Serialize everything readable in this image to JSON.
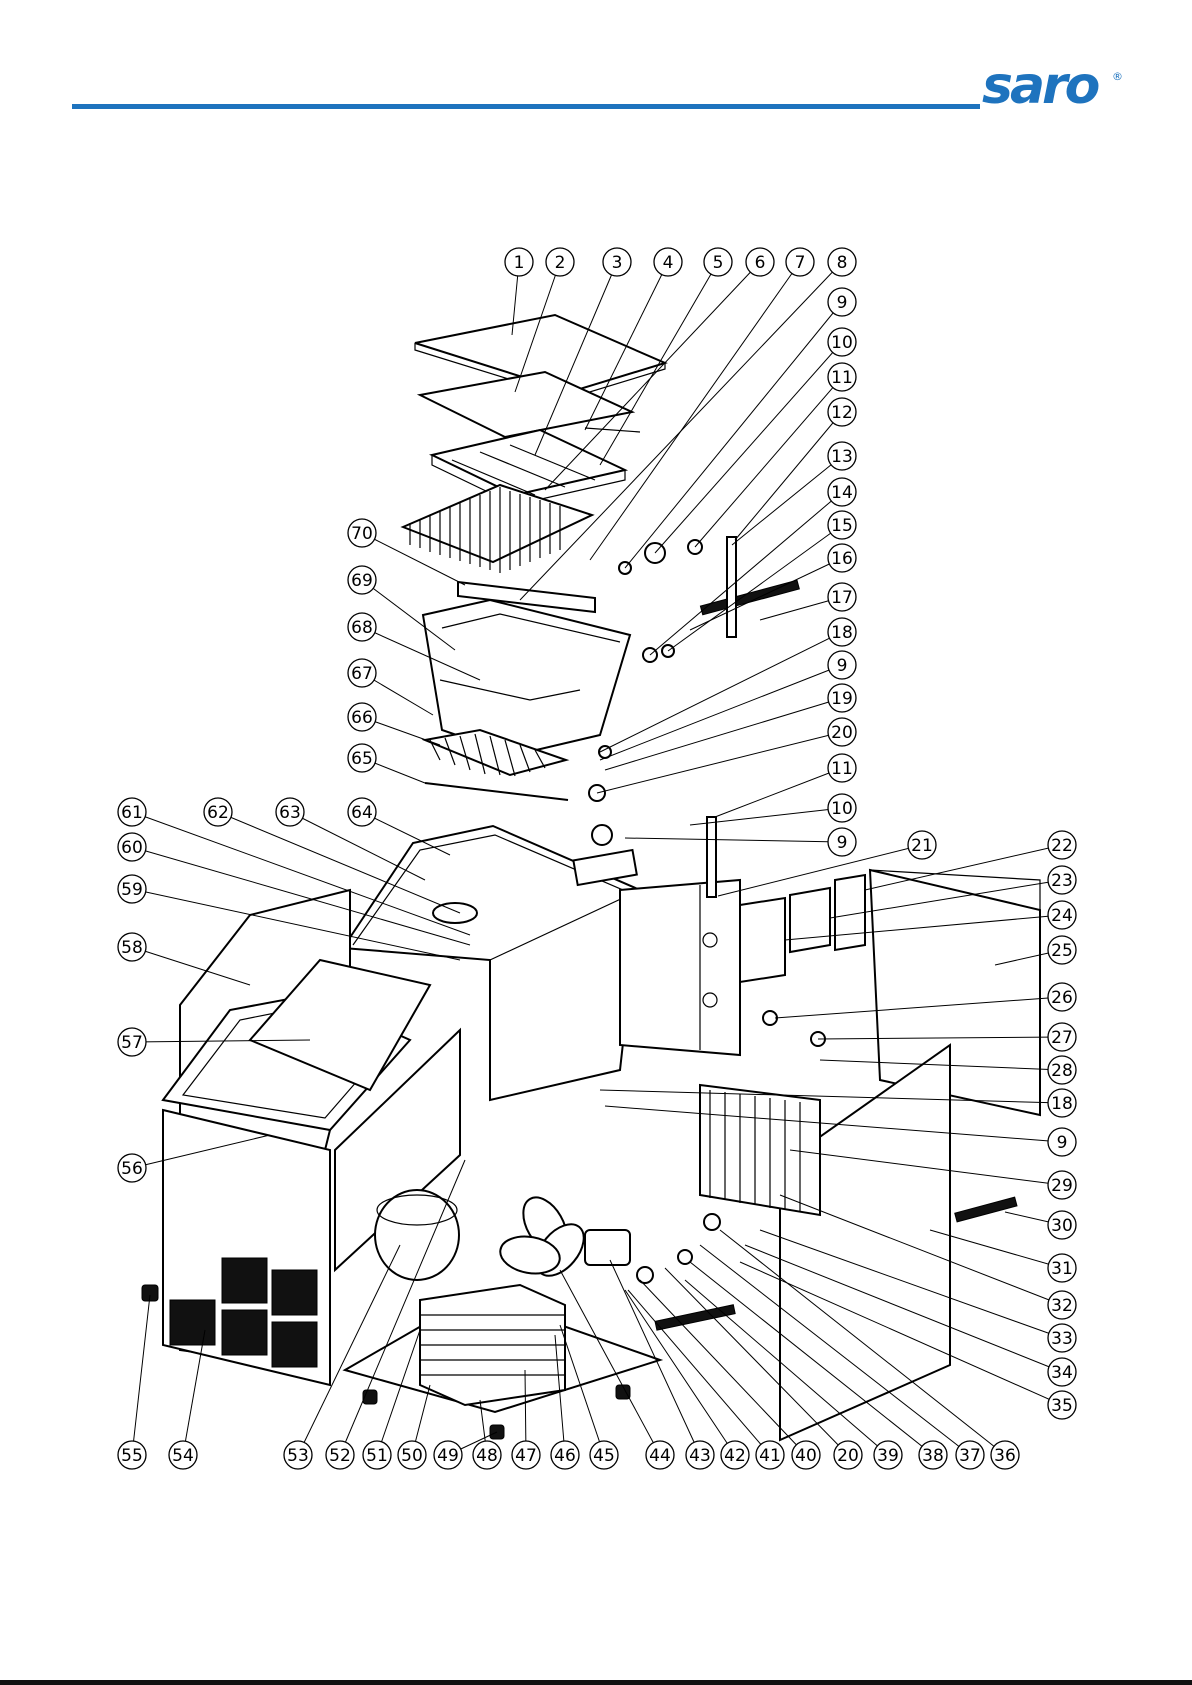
{
  "brand": {
    "logo_text": "saro",
    "registered_mark": "®",
    "color": "#1e73be"
  },
  "callouts": [
    {
      "id": "c1",
      "number": "1"
    },
    {
      "id": "c2",
      "number": "2"
    },
    {
      "id": "c3",
      "number": "3"
    },
    {
      "id": "c4",
      "number": "4"
    },
    {
      "id": "c5",
      "number": "5"
    },
    {
      "id": "c6",
      "number": "6"
    },
    {
      "id": "c7",
      "number": "7"
    },
    {
      "id": "c8",
      "number": "8"
    },
    {
      "id": "c9a",
      "number": "9"
    },
    {
      "id": "c10a",
      "number": "10"
    },
    {
      "id": "c11a",
      "number": "11"
    },
    {
      "id": "c12",
      "number": "12"
    },
    {
      "id": "c13",
      "number": "13"
    },
    {
      "id": "c14",
      "number": "14"
    },
    {
      "id": "c15",
      "number": "15"
    },
    {
      "id": "c16",
      "number": "16"
    },
    {
      "id": "c17",
      "number": "17"
    },
    {
      "id": "c18a",
      "number": "18"
    },
    {
      "id": "c9b",
      "number": "9"
    },
    {
      "id": "c19",
      "number": "19"
    },
    {
      "id": "c20a",
      "number": "20"
    },
    {
      "id": "c11b",
      "number": "11"
    },
    {
      "id": "c10b",
      "number": "10"
    },
    {
      "id": "c9c",
      "number": "9"
    },
    {
      "id": "c21",
      "number": "21"
    },
    {
      "id": "c22",
      "number": "22"
    },
    {
      "id": "c23",
      "number": "23"
    },
    {
      "id": "c24",
      "number": "24"
    },
    {
      "id": "c25",
      "number": "25"
    },
    {
      "id": "c26",
      "number": "26"
    },
    {
      "id": "c27",
      "number": "27"
    },
    {
      "id": "c28",
      "number": "28"
    },
    {
      "id": "c18b",
      "number": "18"
    },
    {
      "id": "c9d",
      "number": "9"
    },
    {
      "id": "c29",
      "number": "29"
    },
    {
      "id": "c30",
      "number": "30"
    },
    {
      "id": "c31",
      "number": "31"
    },
    {
      "id": "c32",
      "number": "32"
    },
    {
      "id": "c33",
      "number": "33"
    },
    {
      "id": "c34",
      "number": "34"
    },
    {
      "id": "c35",
      "number": "35"
    },
    {
      "id": "c36",
      "number": "36"
    },
    {
      "id": "c37",
      "number": "37"
    },
    {
      "id": "c38",
      "number": "38"
    },
    {
      "id": "c39",
      "number": "39"
    },
    {
      "id": "c20b",
      "number": "20"
    },
    {
      "id": "c40",
      "number": "40"
    },
    {
      "id": "c41",
      "number": "41"
    },
    {
      "id": "c42",
      "number": "42"
    },
    {
      "id": "c43",
      "number": "43"
    },
    {
      "id": "c44",
      "number": "44"
    },
    {
      "id": "c45",
      "number": "45"
    },
    {
      "id": "c46",
      "number": "46"
    },
    {
      "id": "c47",
      "number": "47"
    },
    {
      "id": "c48",
      "number": "48"
    },
    {
      "id": "c49",
      "number": "49"
    },
    {
      "id": "c50",
      "number": "50"
    },
    {
      "id": "c51",
      "number": "51"
    },
    {
      "id": "c52",
      "number": "52"
    },
    {
      "id": "c53",
      "number": "53"
    },
    {
      "id": "c54",
      "number": "54"
    },
    {
      "id": "c55",
      "number": "55"
    },
    {
      "id": "c56",
      "number": "56"
    },
    {
      "id": "c57",
      "number": "57"
    },
    {
      "id": "c58",
      "number": "58"
    },
    {
      "id": "c59",
      "number": "59"
    },
    {
      "id": "c60",
      "number": "60"
    },
    {
      "id": "c61",
      "number": "61"
    },
    {
      "id": "c62",
      "number": "62"
    },
    {
      "id": "c63",
      "number": "63"
    },
    {
      "id": "c64",
      "number": "64"
    },
    {
      "id": "c65",
      "number": "65"
    },
    {
      "id": "c66",
      "number": "66"
    },
    {
      "id": "c67",
      "number": "67"
    },
    {
      "id": "c68",
      "number": "68"
    },
    {
      "id": "c69",
      "number": "69"
    },
    {
      "id": "c70",
      "number": "70"
    }
  ]
}
